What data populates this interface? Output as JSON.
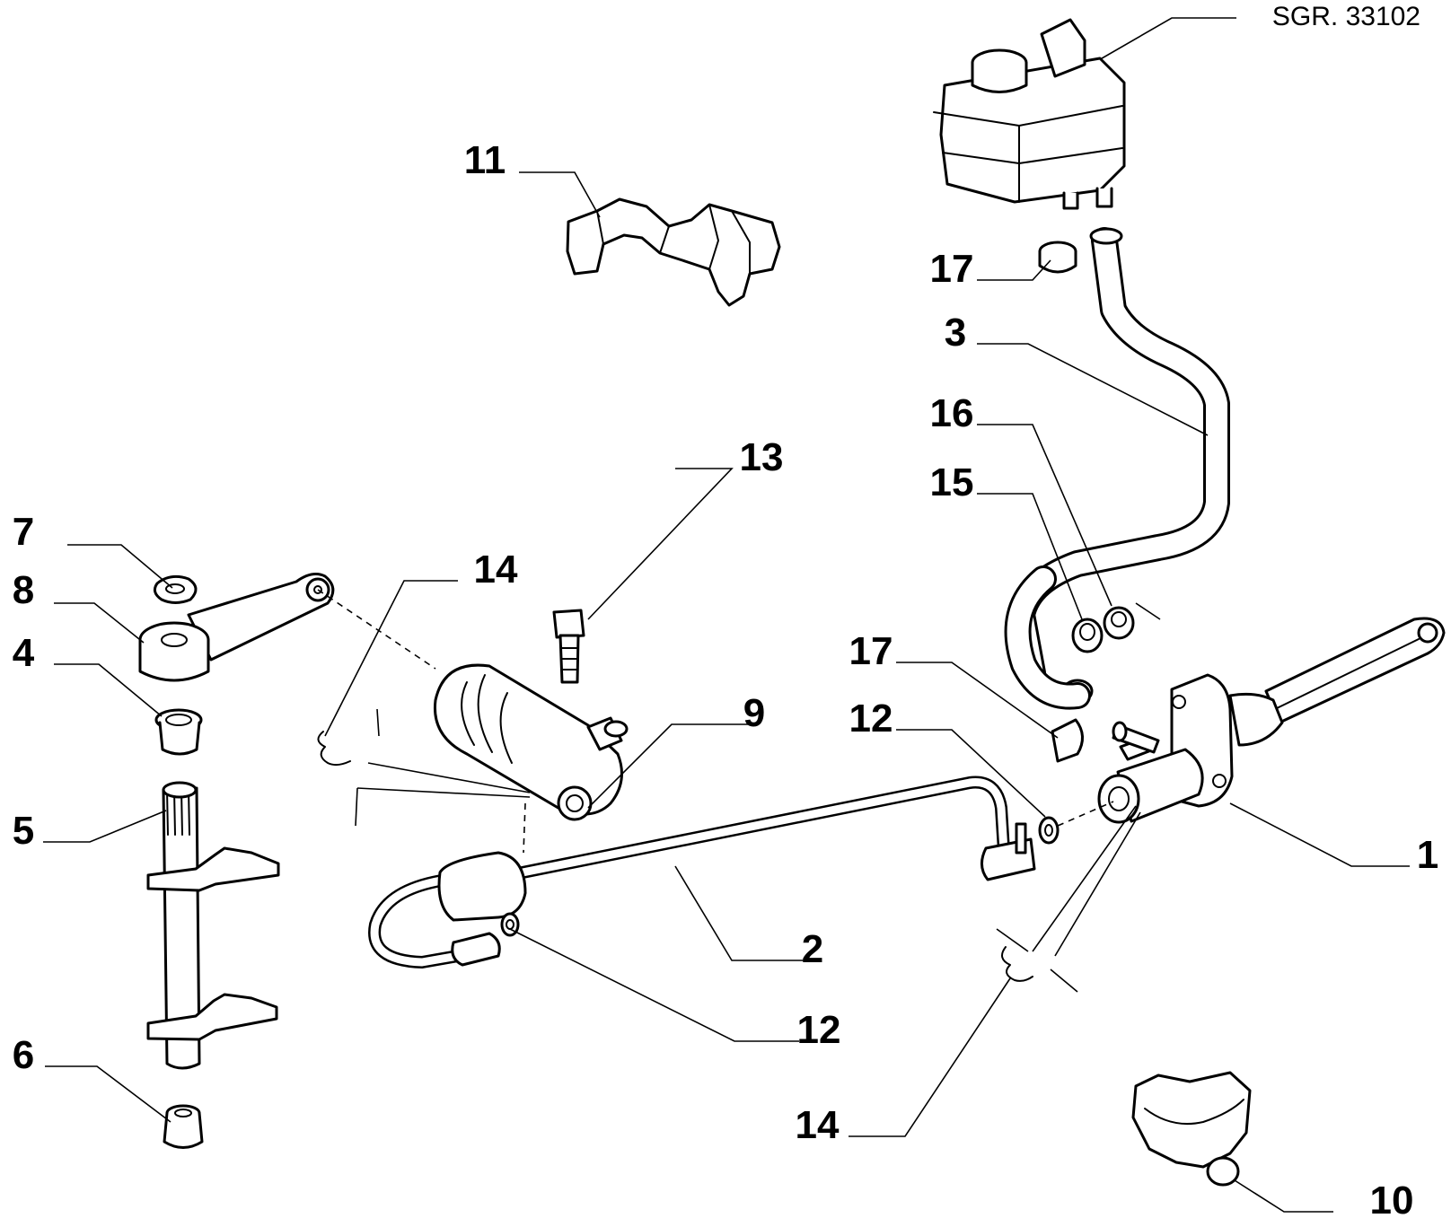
{
  "drawing": {
    "reference": "SGR. 33102"
  },
  "callouts": {
    "c1": "1",
    "c2": "2",
    "c3": "3",
    "c4": "4",
    "c5": "5",
    "c6": "6",
    "c7": "7",
    "c8": "8",
    "c9": "9",
    "c10": "10",
    "c11": "11",
    "c12_upper": "12",
    "c12_lower": "12",
    "c13": "13",
    "c14_upper": "14",
    "c14_lower": "14",
    "c15": "15",
    "c16": "16",
    "c17_upper": "17",
    "c17_lower": "17"
  }
}
